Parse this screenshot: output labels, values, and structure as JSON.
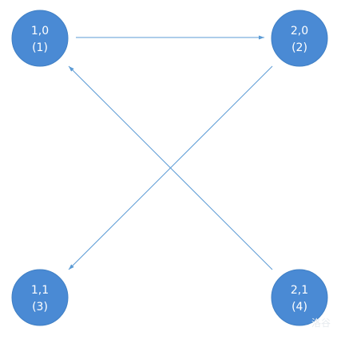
{
  "colors": {
    "node_fill": "#4a8ad4",
    "node_text": "#ffffff",
    "edge": "#5b9bd5",
    "watermark": "#e6ebef"
  },
  "nodes": [
    {
      "id": "n10",
      "line1": "1,0",
      "line2": "(1)"
    },
    {
      "id": "n20",
      "line1": "2,0",
      "line2": "(2)"
    },
    {
      "id": "n11",
      "line1": "1,1",
      "line2": "(3)"
    },
    {
      "id": "n21",
      "line1": "2,1",
      "line2": "(4)"
    }
  ],
  "edges": [
    {
      "from": "n10",
      "to": "n20"
    },
    {
      "from": "n20",
      "to": "n11"
    },
    {
      "from": "n21",
      "to": "n10"
    }
  ],
  "watermark": "洛谷"
}
